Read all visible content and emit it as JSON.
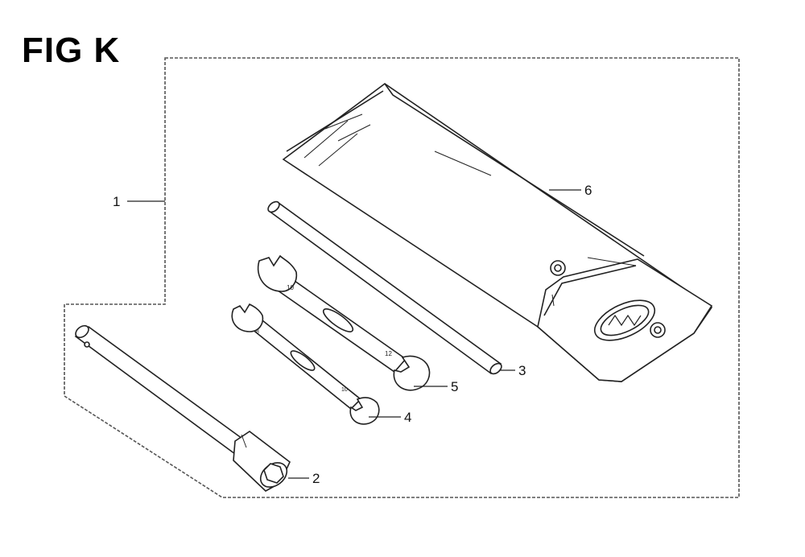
{
  "figure": {
    "title": "FIG K"
  },
  "callouts": [
    {
      "id": "callout-1",
      "label": "1"
    },
    {
      "id": "callout-2",
      "label": "2"
    },
    {
      "id": "callout-3",
      "label": "3"
    },
    {
      "id": "callout-4",
      "label": "4"
    },
    {
      "id": "callout-5",
      "label": "5"
    },
    {
      "id": "callout-6",
      "label": "6"
    }
  ],
  "parts": {
    "p1": "tool-kit-assembly",
    "p2": "spark-plug-wrench",
    "p3": "handle-bar",
    "p4": "small-open-end-wrench",
    "p5": "large-open-end-wrench",
    "p6": "tool-bag"
  },
  "colors": {
    "line": "#222222",
    "frame": "#555555",
    "background": "#ffffff"
  }
}
